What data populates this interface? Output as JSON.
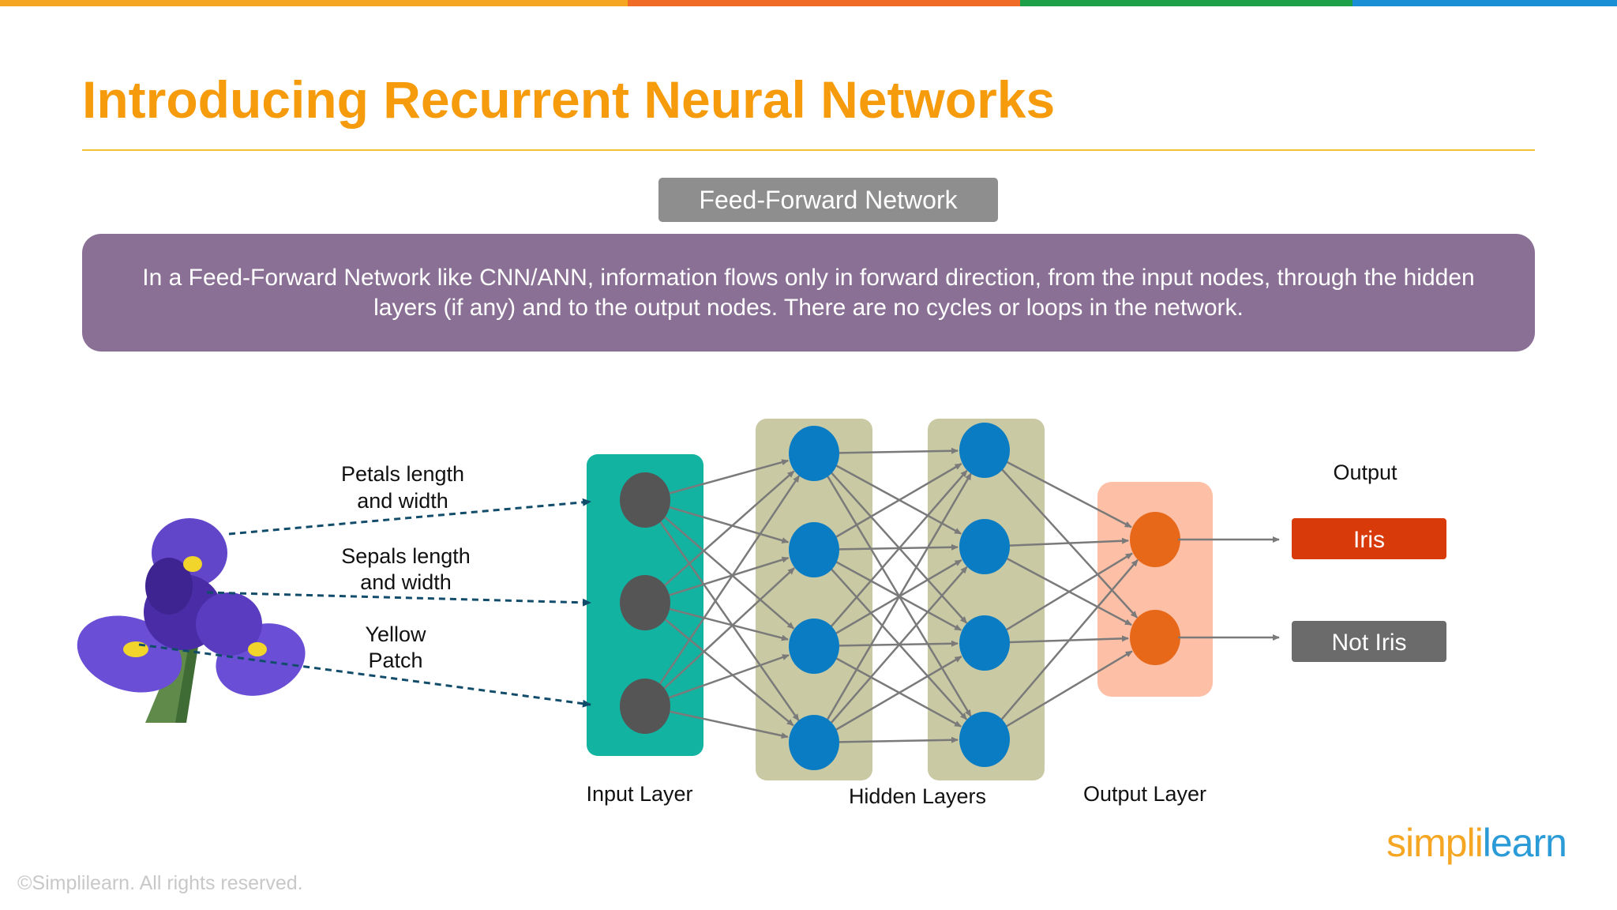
{
  "slide": {
    "title": "Introducing Recurrent Neural Networks",
    "subtitle_badge": "Feed-Forward Network",
    "description": "In a Feed-Forward Network like CNN/ANN, information flows only in forward direction, from the input nodes, through the hidden layers (if any) and to the output nodes. There are no cycles or loops in the network.",
    "copyright": "©Simplilearn. All rights reserved.",
    "logo_left": "simpl",
    "logo_mid": "i",
    "logo_right": "learn"
  },
  "diagram": {
    "inputs": [
      {
        "line1": "Petals length",
        "line2": "and width"
      },
      {
        "line1": "Sepals length",
        "line2": "and width"
      },
      {
        "line1": "Yellow",
        "line2": "Patch"
      }
    ],
    "layer_labels": {
      "input": "Input Layer",
      "hidden": "Hidden Layers",
      "output": "Output Layer"
    },
    "output_heading": "Output",
    "outputs": [
      {
        "label": "Iris",
        "color": "#d83a0a"
      },
      {
        "label": "Not Iris",
        "color": "#6b6b6b"
      }
    ],
    "colors": {
      "input_panel": "#13b3a2",
      "hidden_panel": "#c9c9a3",
      "output_panel": "#fdbfa6",
      "input_node": "#555555",
      "hidden_node": "#0a7cc4",
      "output_node": "#e8681a",
      "edge": "#7a7a7a",
      "dashed": "#124c6b"
    }
  },
  "topbar_colors": [
    "#f5a623",
    "#ef6b26",
    "#1da048",
    "#1a8fd6"
  ]
}
